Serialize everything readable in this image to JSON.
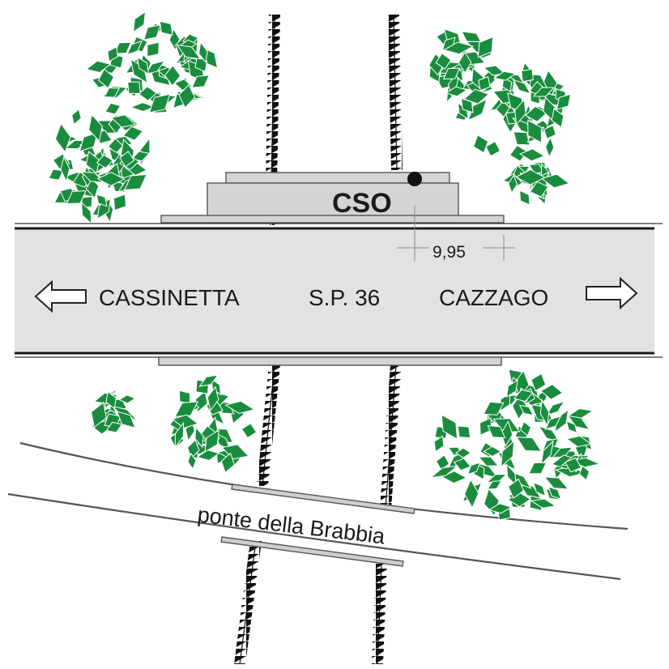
{
  "labels": {
    "station_code": "CSO",
    "measurement": "9,95",
    "west_destination": "CASSINETTA",
    "road_name": "S.P. 36",
    "east_destination": "CAZZAGO",
    "bridge_name": "ponte della Brabbia"
  },
  "icons": {
    "west_arrow": "arrow-left-icon",
    "east_arrow": "arrow-right-icon",
    "station_marker": "station-point-icon"
  },
  "colors": {
    "road_fill": "#e2e2e2",
    "road_edge": "#1a1a1a",
    "structure_fill": "#d4d4d4",
    "structure_edge": "#555555",
    "foliage": "#1a8c3e",
    "foliage_outline": "#ffffff",
    "riverbank": "#555555",
    "marker": "#111111"
  }
}
